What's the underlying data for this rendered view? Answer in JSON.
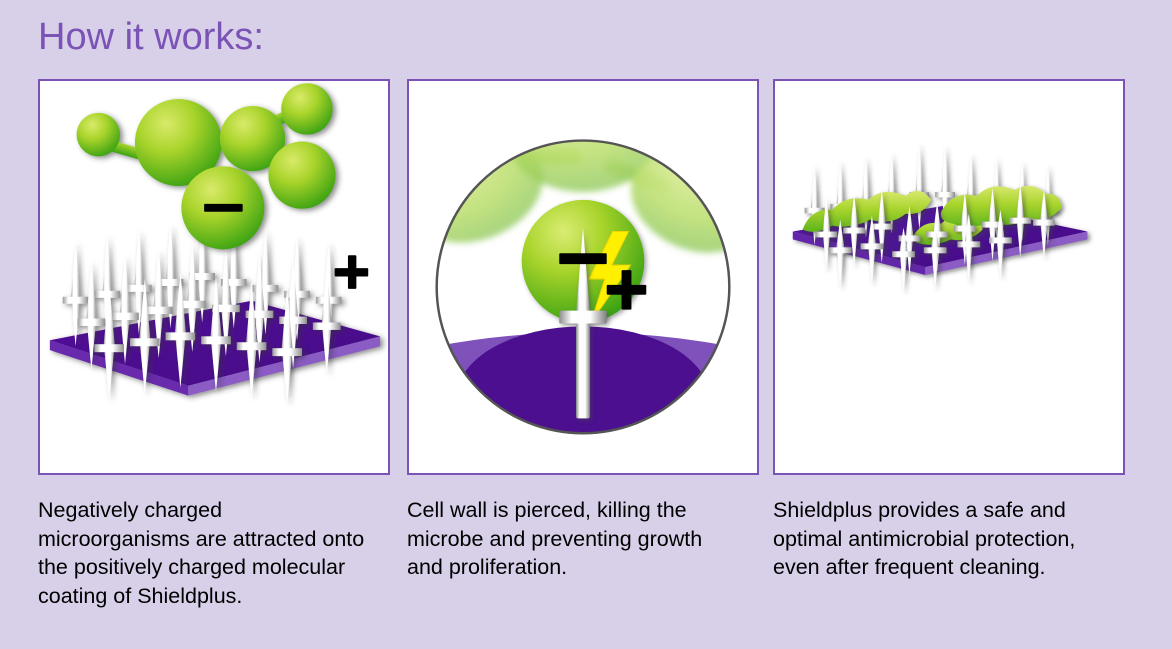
{
  "page": {
    "title": "How it works:",
    "background_color": "#d8cfe8",
    "title_color": "#7b52b5",
    "panel_border_color": "#7b52b5",
    "panel_fill_color": "#ffffff"
  },
  "palette": {
    "surface_purple_dark": "#4b0f8f",
    "surface_purple_light": "#7e52ba",
    "spike_white": "#ffffff",
    "cell_green_light": "#cde24e",
    "cell_green_dark": "#3aa513",
    "lightning_yellow": "#ffef00",
    "circle_outline_gray": "#555555",
    "sign_black": "#000000"
  },
  "panels": [
    {
      "id": "attraction",
      "caption": "Negatively charged microorganisms are attracted onto the positively charged molecular coating of Shieldplus.",
      "figure_name": "molecule-attracted-to-spiked-surface",
      "annotations": {
        "negative_sign": "−",
        "positive_sign": "+"
      },
      "elements": [
        "green-molecule-chain",
        "purple-coated-surface",
        "white-spike-array"
      ]
    },
    {
      "id": "piercing",
      "caption": "Cell wall is pierced, killing the microbe and preventing growth and proliferation.",
      "figure_name": "magnified-cell-pierced-by-spike",
      "annotations": {
        "negative_sign": "−",
        "positive_sign": "+"
      },
      "elements": [
        "magnifier-circle",
        "green-cell",
        "white-spike",
        "lightning-bolt",
        "purple-surface-pool"
      ]
    },
    {
      "id": "protection",
      "caption": "Shieldplus provides a safe and optimal antimicrobial protection, even after frequent cleaning.",
      "figure_name": "dead-microbes-on-spiked-surface",
      "annotations": {},
      "elements": [
        "purple-coated-surface",
        "white-spike-array",
        "lysed-green-microbe-mass"
      ]
    }
  ]
}
